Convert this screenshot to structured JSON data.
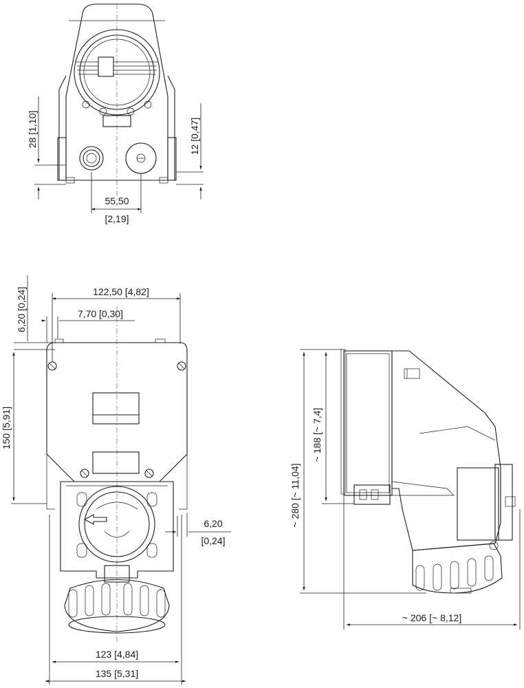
{
  "dimensions": {
    "top_28": "28 [1,10]",
    "top_12": "12 [0,47]",
    "top_55": "55,50",
    "top_55_in": "[2,19]",
    "front_122": "122,50 [4,82]",
    "front_770": "7,70 [0,30]",
    "front_620_top": "6,20 [0,24]",
    "front_150": "150 [5,91]",
    "front_620_side": "6,20",
    "front_620_side_in": "[0,24]",
    "front_123": "123 [4,84]",
    "front_135": "135 [5,31]",
    "side_280": "~ 280 [~ 11,04]",
    "side_188": "~ 188 [~ 7,4]",
    "side_206": "~ 206 [~ 8,12]"
  },
  "colors": {
    "line": "#1a1a1a",
    "background": "#ffffff"
  }
}
